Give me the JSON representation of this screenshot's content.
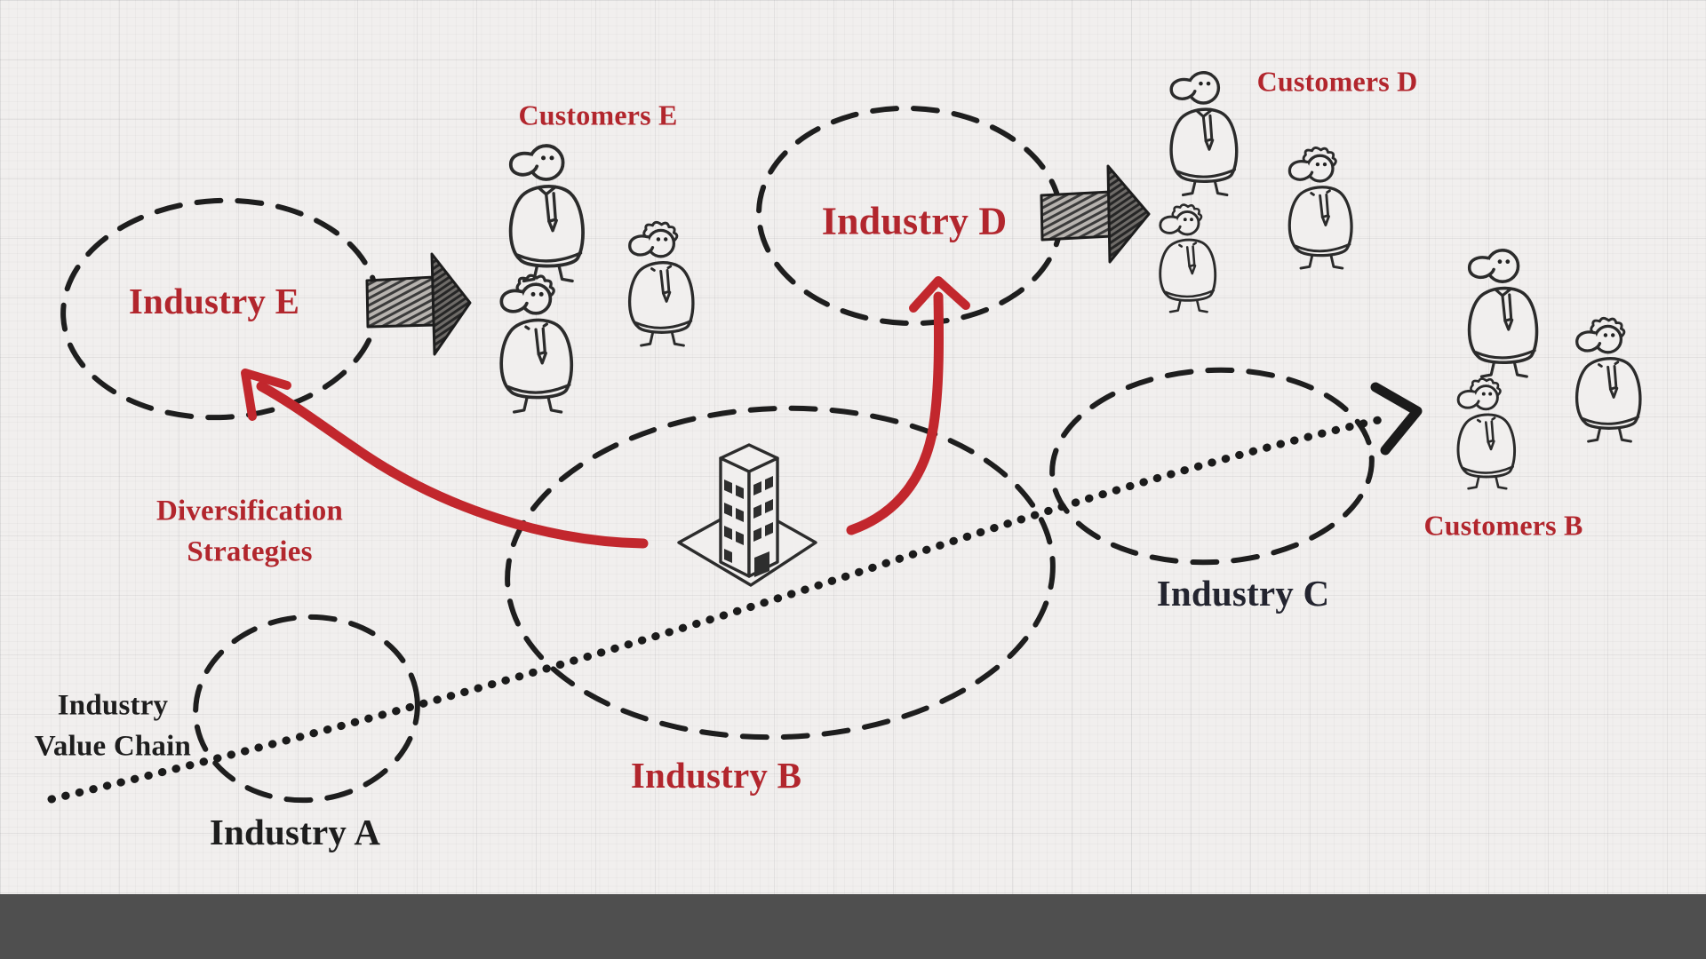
{
  "diagram": {
    "description": "Hand-drawn sketch diagram of diversification strategies across an industry value chain",
    "industries": [
      {
        "id": "A",
        "label": "Industry A"
      },
      {
        "id": "B",
        "label": "Industry B"
      },
      {
        "id": "C",
        "label": "Industry C"
      },
      {
        "id": "D",
        "label": "Industry D"
      },
      {
        "id": "E",
        "label": "Industry E"
      }
    ],
    "customer_groups": [
      {
        "id": "E",
        "label": "Customers E",
        "figure_count": 3
      },
      {
        "id": "D",
        "label": "Customers D",
        "figure_count": 3
      },
      {
        "id": "B",
        "label": "Customers B",
        "figure_count": 3
      }
    ],
    "annotations": {
      "diversification": {
        "line1": "Diversification",
        "line2": "Strategies"
      },
      "value_chain": {
        "line1": "Industry",
        "line2": "Value Chain"
      }
    },
    "colors": {
      "red_label": "#b2262d",
      "red_arrow": "#c2272d",
      "ink": "#1d1d1d",
      "industry_c_label": "#23242f",
      "paper": "#f1efee",
      "bottom_bar": "#4f4f4f"
    }
  }
}
